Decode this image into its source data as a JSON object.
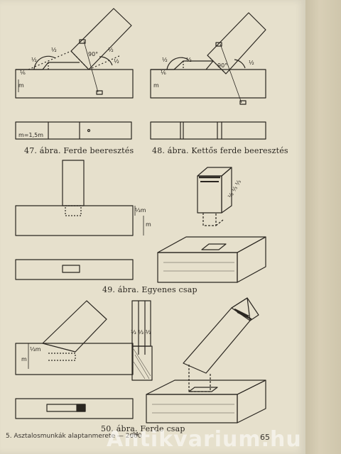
{
  "captions": {
    "fig47": "47. ábra. Ferde beeresztés",
    "fig48": "48. ábra. Kettős ferde beeresztés",
    "fig49": "49. ábra. Egyenes csap",
    "fig50": "50. ábra. Ferde csap"
  },
  "labels": {
    "half": "½",
    "angle90": "90°",
    "sixth": "⅙",
    "m": "m",
    "m15": "m=1,5m",
    "third_m": "⅓m",
    "thirds": "⅓ ⅓ ⅓"
  },
  "footer": {
    "left": "5. Asztalosmunkák alaptanmerete — 2660",
    "mid": "44",
    "page_number": "65"
  },
  "watermark": "Antikvarium.hu"
}
